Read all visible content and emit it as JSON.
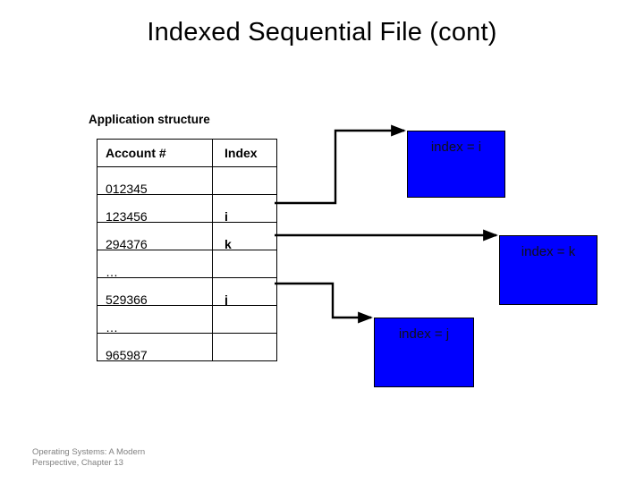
{
  "slide": {
    "title": "Indexed Sequential File (cont)",
    "section_label": "Application structure",
    "footer_line1": "Operating Systems: A Modern",
    "footer_line2": "Perspective, Chapter 13",
    "accent_color": "#0000FF",
    "footer_color": "#808080"
  },
  "table": {
    "headers": {
      "account": "Account #",
      "index": "Index"
    },
    "rows": [
      {
        "account": "012345",
        "index": ""
      },
      {
        "account": "123456",
        "index": "i"
      },
      {
        "account": "294376",
        "index": "k"
      },
      {
        "account": "…",
        "index": ""
      },
      {
        "account": "529366",
        "index": "j"
      },
      {
        "account": "…",
        "index": ""
      },
      {
        "account": "965987",
        "index": ""
      }
    ]
  },
  "index_boxes": [
    {
      "id": "i",
      "label": "index = i"
    },
    {
      "id": "k",
      "label": "index = k"
    },
    {
      "id": "j",
      "label": "index = j"
    }
  ]
}
